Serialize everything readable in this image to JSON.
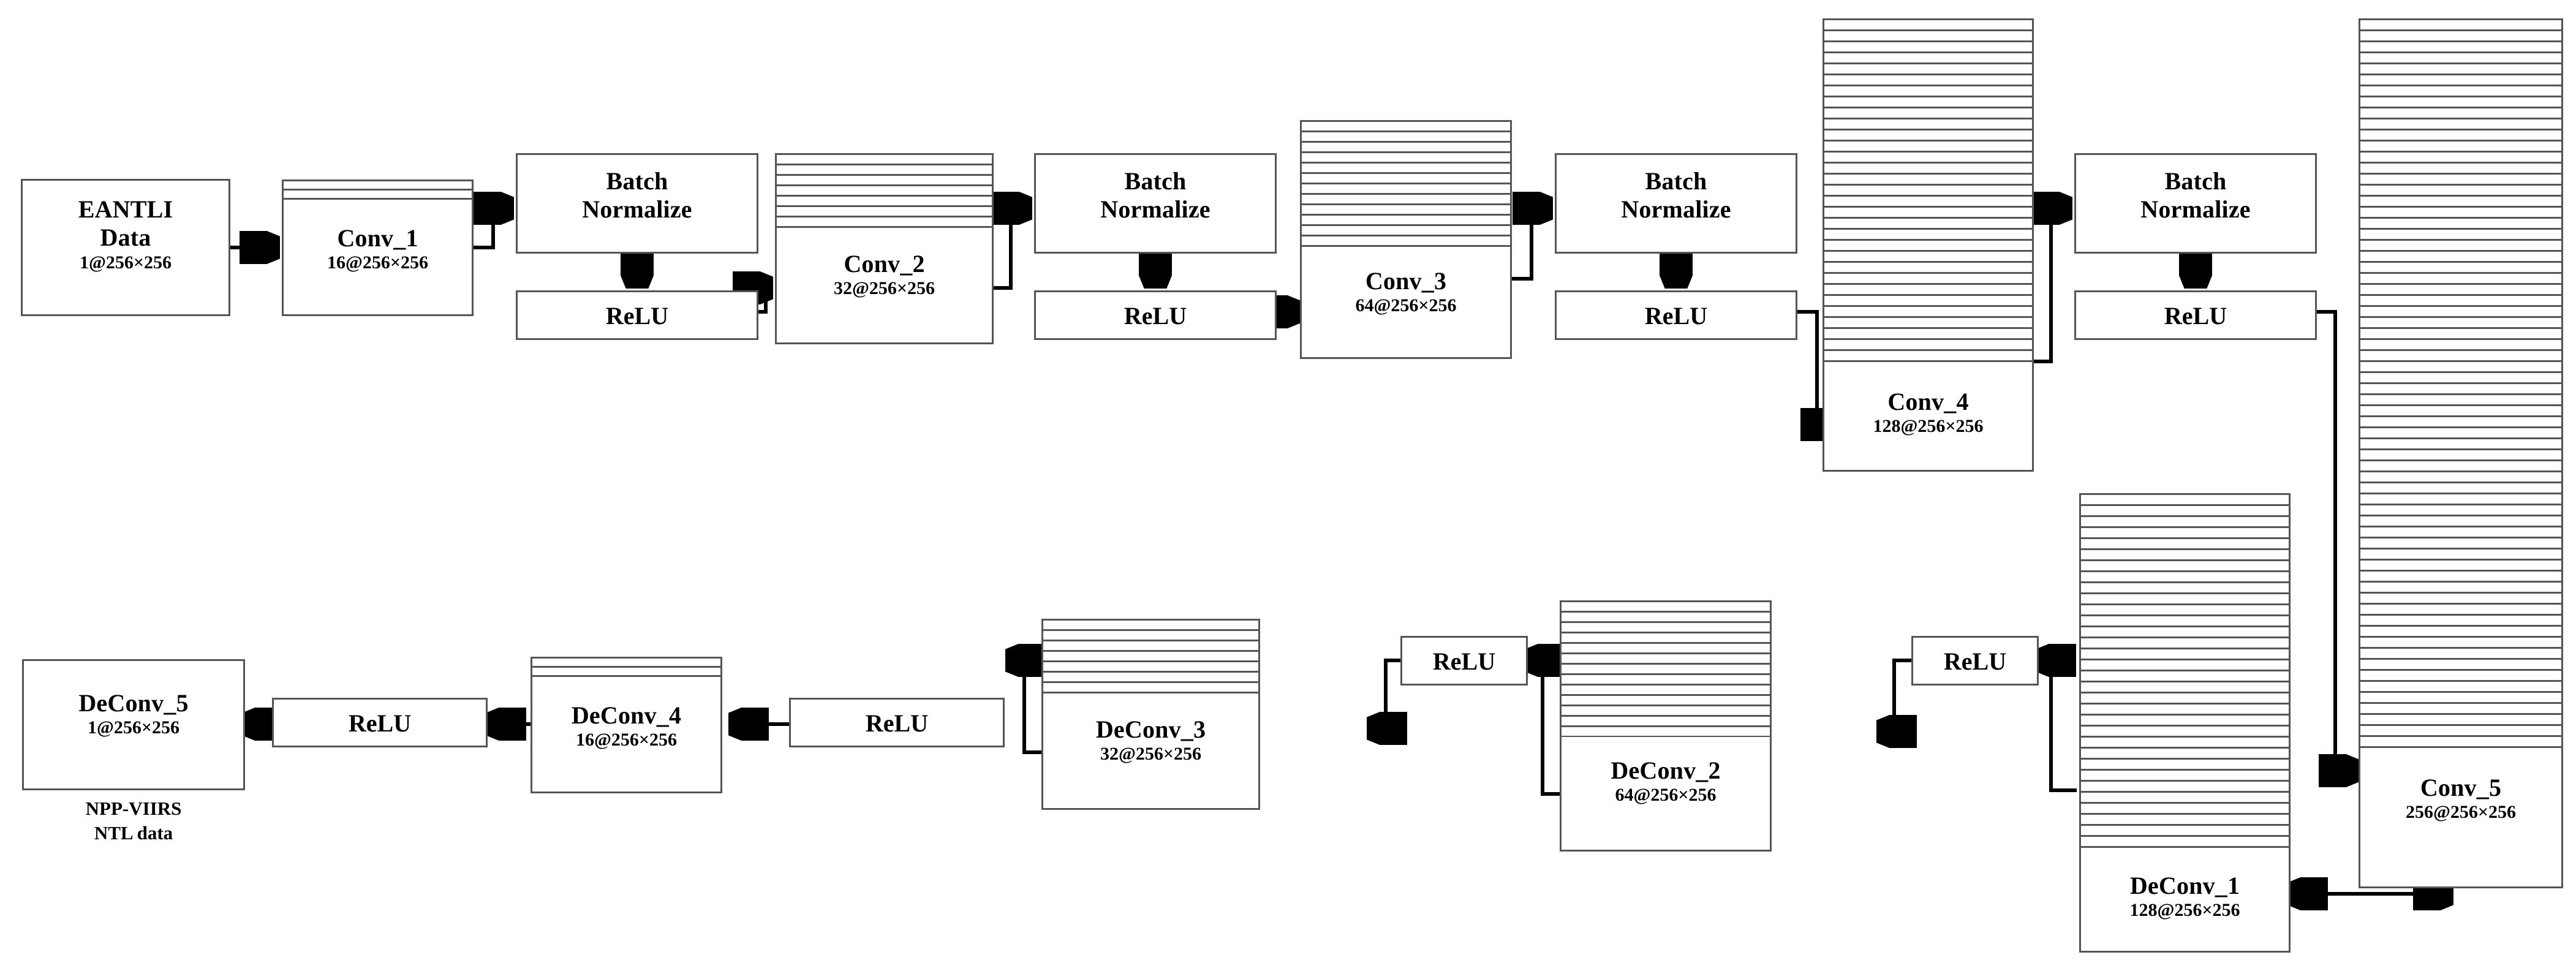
{
  "diagram": {
    "title": "Encoder-decoder CNN architecture mapping EANTLI data to NPP-VIIRS NTL data",
    "type": "neural-network-architecture",
    "line_color": "#555555",
    "arrow_color": "#000000",
    "background": "#ffffff"
  },
  "nodes": {
    "input_data": {
      "line1": "EANTLI",
      "line2": "Data",
      "line3": "1@256×256",
      "channels": 1,
      "spatial": "256×256",
      "stripes": 0
    },
    "conv_1": {
      "line1": "Conv_1",
      "line2": "16@256×256",
      "channels": 16,
      "spatial": "256×256",
      "stripes": 2
    },
    "conv_2": {
      "line1": "Conv_2",
      "line2": "32@256×256",
      "channels": 32,
      "spatial": "256×256",
      "stripes": 7
    },
    "conv_3": {
      "line1": "Conv_3",
      "line2": "64@256×256",
      "channels": 64,
      "spatial": "256×256",
      "stripes": 14
    },
    "conv_4": {
      "line1": "Conv_4",
      "line2": "128@256×256",
      "channels": 128,
      "spatial": "256×256",
      "stripes": 30
    },
    "conv_5": {
      "line1": "Conv_5",
      "line2": "256@256×256",
      "channels": 256,
      "spatial": "256×256",
      "stripes": 47
    },
    "deconv_1": {
      "line1": "DeConv_1",
      "line2": "128@256×256",
      "channels": 128,
      "spatial": "256×256",
      "stripes": 31
    },
    "deconv_2": {
      "line1": "DeConv_2",
      "line2": "64@256×256",
      "channels": 64,
      "spatial": "256×256",
      "stripes": 14
    },
    "deconv_3": {
      "line1": "DeConv_3",
      "line2": "32@256×256",
      "channels": 32,
      "spatial": "256×256",
      "stripes": 7
    },
    "deconv_4": {
      "line1": "DeConv_4",
      "line2": "16@256×256",
      "channels": 16,
      "spatial": "256×256",
      "stripes": 2
    },
    "deconv_5": {
      "line1": "DeConv_5",
      "line2": "1@256×256",
      "channels": 1,
      "spatial": "256×256",
      "stripes": 0
    },
    "batchnorm_1": {
      "line1": "Batch",
      "line2": "Normalize"
    },
    "batchnorm_2": {
      "line1": "Batch",
      "line2": "Normalize"
    },
    "batchnorm_3": {
      "line1": "Batch",
      "line2": "Normalize"
    },
    "batchnorm_4": {
      "line1": "Batch",
      "line2": "Normalize"
    },
    "relu_1": {
      "label": "ReLU"
    },
    "relu_2": {
      "label": "ReLU"
    },
    "relu_3": {
      "label": "ReLU"
    },
    "relu_4": {
      "label": "ReLU"
    },
    "relu_5": {
      "label": "ReLU"
    },
    "relu_6": {
      "label": "ReLU"
    },
    "relu_7": {
      "label": "ReLU"
    },
    "relu_8": {
      "label": "ReLU"
    }
  },
  "captions": {
    "output_caption_line1": "NPP-VIIRS",
    "output_caption_line2": "NTL data"
  }
}
